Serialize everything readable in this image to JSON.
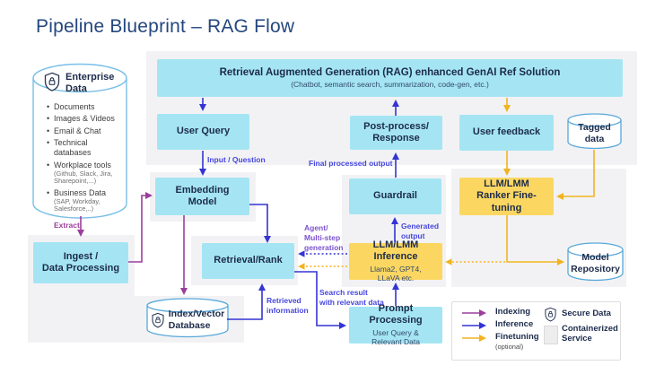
{
  "title": "Pipeline Blueprint – RAG Flow",
  "colors": {
    "cyan_box": "#a5e5f3",
    "yellow_box": "#fbd762",
    "indexing_purple": "#9b3f9b",
    "inference_blue": "#3434d4",
    "finetuning_gold": "#f1b41f",
    "title_navy": "#24477f",
    "panel_gray": "#f2f2f4",
    "cylinder_outline": "#58a8da"
  },
  "enterprise": {
    "title": "Enterprise\nData",
    "items": [
      {
        "label": "Documents"
      },
      {
        "label": "Images & Videos"
      },
      {
        "label": "Email & Chat"
      },
      {
        "label": "Technical databases"
      },
      {
        "label": "Workplace tools",
        "note": "(Github, Slack, Jira,\nSharepoint,...)"
      },
      {
        "label": "Business Data",
        "note": "(SAP, Workday,\nSalesforce,..)"
      }
    ]
  },
  "nodes": {
    "rag": {
      "title": "Retrieval Augmented Generation (RAG) enhanced GenAI Ref Solution",
      "subtitle": "(Chatbot, semantic search, summarization, code-gen, etc.)"
    },
    "user_query": {
      "title": "User Query"
    },
    "post_process": {
      "title": "Post-process/\nResponse"
    },
    "user_feedback": {
      "title": "User feedback"
    },
    "tagged_data": {
      "title": "Tagged\ndata"
    },
    "embedding": {
      "title": "Embedding\nModel"
    },
    "guardrail": {
      "title": "Guardrail"
    },
    "ranker": {
      "title": "LLM/LMM\nRanker Fine-tuning"
    },
    "retrieval": {
      "title": "Retrieval/Rank"
    },
    "inference": {
      "title": "LLM/LMM Inference",
      "subtitle": "Llama2, GPT4,\nLLaVA etc."
    },
    "model_repo": {
      "title": "Model\nRepository"
    },
    "index_db": {
      "title": "Index/Vector\nDatabase"
    },
    "prompt": {
      "title": "Prompt Processing",
      "subtitle": "User Query &\nRelevant Data"
    },
    "ingest": {
      "title": "Ingest /\nData Processing"
    }
  },
  "edge_labels": {
    "extract": "Extract",
    "input_question": "Input / Question",
    "final_output": "Final processed output",
    "generated_output": "Generated\noutput",
    "agent": "Agent/\nMulti-step\ngeneration",
    "retrieved": "Retrieved\ninformation",
    "search_result": "Search result\nwith relevant data"
  },
  "legend": {
    "indexing": "Indexing",
    "inference": "Inference",
    "finetuning": "Finetuning",
    "finetuning_note": "(optional)",
    "secure_data": "Secure Data",
    "containerized": "Containerized\nService",
    "secure_icon": "shield-lock",
    "containerized_icon": "gray-panel-swatch"
  }
}
